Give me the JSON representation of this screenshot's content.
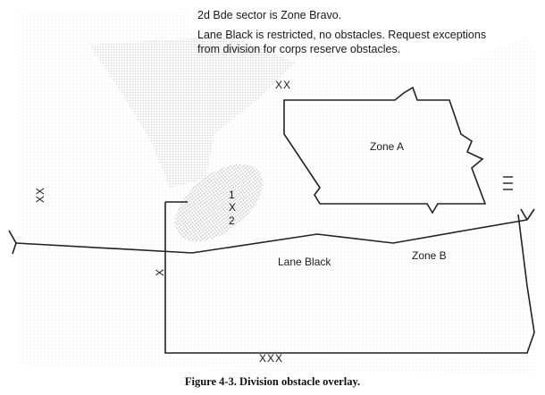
{
  "notes": {
    "sector": "2d Bde sector is Zone Bravo.",
    "lane_restriction": "Lane Black is restricted, no obstacles. Request exceptions from division for corps reserve obstacles."
  },
  "labels": {
    "zone_a": "Zone A",
    "zone_b": "Zone B",
    "lane_black": "Lane Black",
    "boundary_top": "XX",
    "boundary_left": "XX",
    "boundary_bottom": "XXX",
    "boundary_x": "X",
    "bde_number_top": "1",
    "bde_echelon": "X",
    "bde_number_bottom": "2"
  },
  "caption": "Figure 4-3. Division obstacle overlay."
}
